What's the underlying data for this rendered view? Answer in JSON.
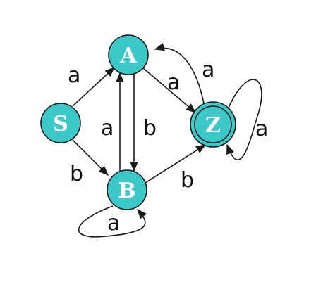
{
  "colors": {
    "node_fill": "#3cc8c8",
    "stroke": "#1a1a1a",
    "node_text": "#ffffff"
  },
  "states": {
    "S": {
      "label": "S",
      "accepting": false,
      "start": true
    },
    "A": {
      "label": "A",
      "accepting": false,
      "start": false
    },
    "B": {
      "label": "B",
      "accepting": false,
      "start": false
    },
    "Z": {
      "label": "Z",
      "accepting": true,
      "start": false
    }
  },
  "transitions": [
    {
      "from": "S",
      "to": "A",
      "symbol": "a"
    },
    {
      "from": "S",
      "to": "B",
      "symbol": "b"
    },
    {
      "from": "A",
      "to": "Z",
      "symbol": "a"
    },
    {
      "from": "Z",
      "to": "A",
      "symbol": "a"
    },
    {
      "from": "B",
      "to": "A",
      "symbol": "a"
    },
    {
      "from": "A",
      "to": "B",
      "symbol": "b"
    },
    {
      "from": "B",
      "to": "Z",
      "symbol": "b"
    },
    {
      "from": "B",
      "to": "B",
      "symbol": "a"
    },
    {
      "from": "Z",
      "to": "Z",
      "symbol": "a"
    }
  ]
}
